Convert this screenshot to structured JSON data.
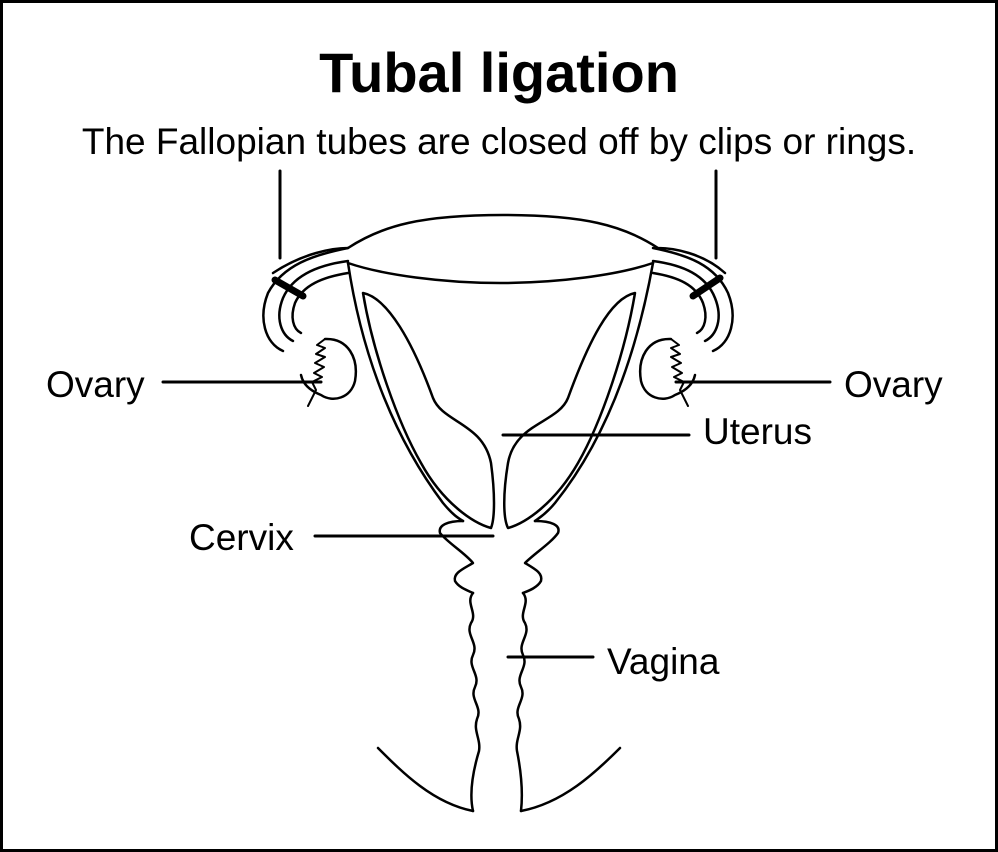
{
  "title": "Tubal ligation",
  "subtitle": "The Fallopian tubes are closed off by clips or rings.",
  "labels": {
    "ovary_left": "Ovary",
    "ovary_right": "Ovary",
    "uterus": "Uterus",
    "cervix": "Cervix",
    "vagina": "Vagina"
  },
  "colors": {
    "ink": "#000000",
    "background": "#ffffff"
  }
}
